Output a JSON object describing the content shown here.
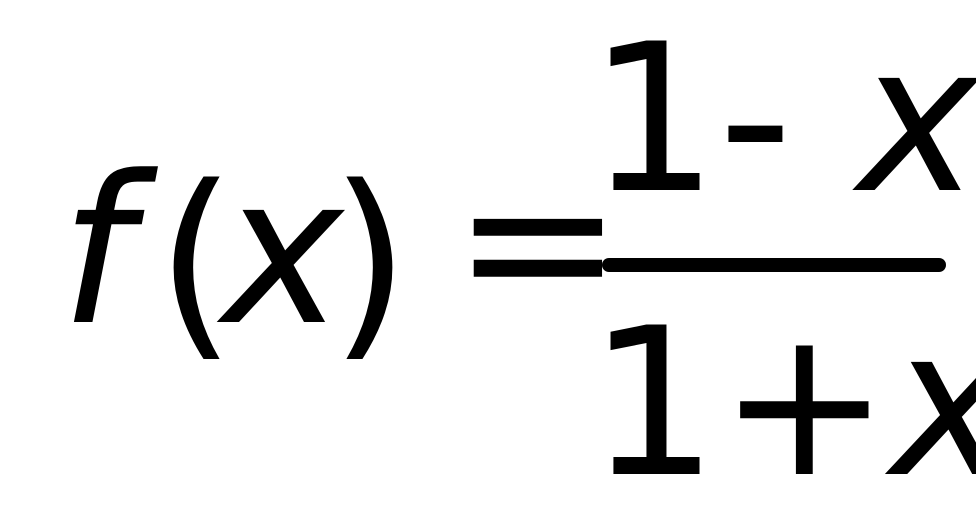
{
  "formula": {
    "function_name": "f",
    "open_paren": "(",
    "argument": "x",
    "close_paren": ")",
    "equals": "=",
    "numerator": {
      "constant": "1",
      "operator": "- ",
      "variable": "x"
    },
    "denominator": {
      "constant": "1",
      "operator": "+",
      "variable": "x"
    }
  },
  "colors": {
    "background": "#ffffff",
    "ink": "#000000"
  }
}
